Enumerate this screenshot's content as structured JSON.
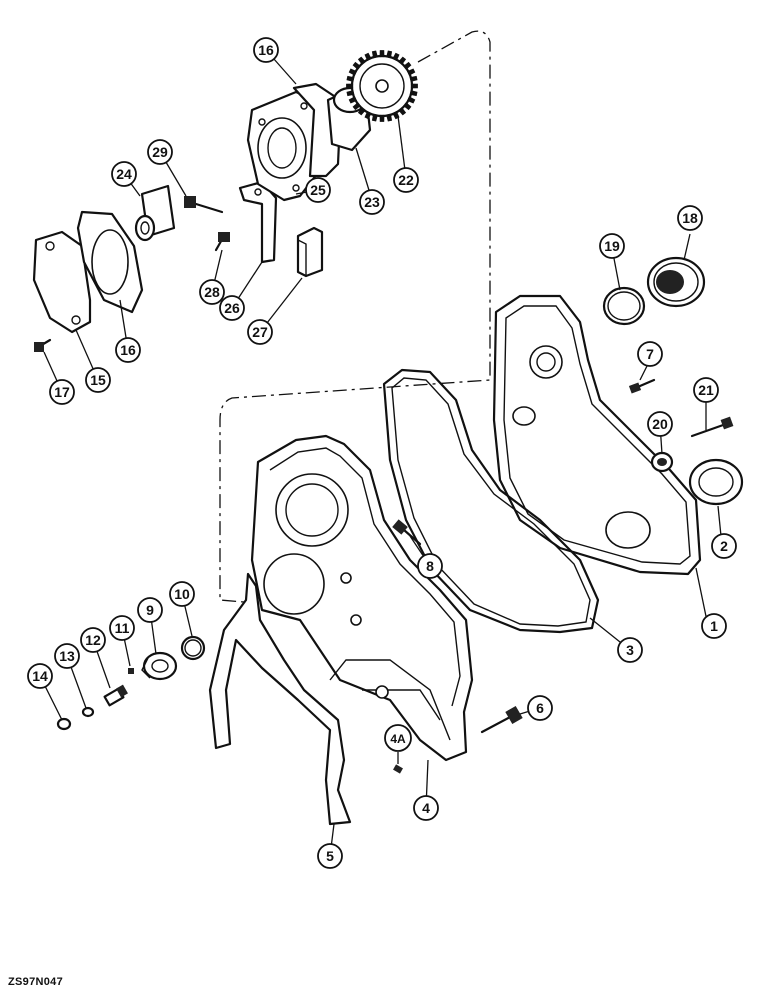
{
  "drawing_code": "ZS97N047",
  "callouts": {
    "c1": "1",
    "c2": "2",
    "c3": "3",
    "c4": "4",
    "c4a": "4A",
    "c5": "5",
    "c6": "6",
    "c7": "7",
    "c8": "8",
    "c9": "9",
    "c10": "10",
    "c11": "11",
    "c12": "12",
    "c13": "13",
    "c14": "14",
    "c15": "15",
    "c16a": "16",
    "c16b": "16",
    "c17": "17",
    "c18": "18",
    "c19": "19",
    "c20": "20",
    "c21": "21",
    "c22": "22",
    "c23": "23",
    "c24": "24",
    "c25": "25",
    "c26": "26",
    "c27": "27",
    "c28": "28",
    "c29": "29"
  }
}
